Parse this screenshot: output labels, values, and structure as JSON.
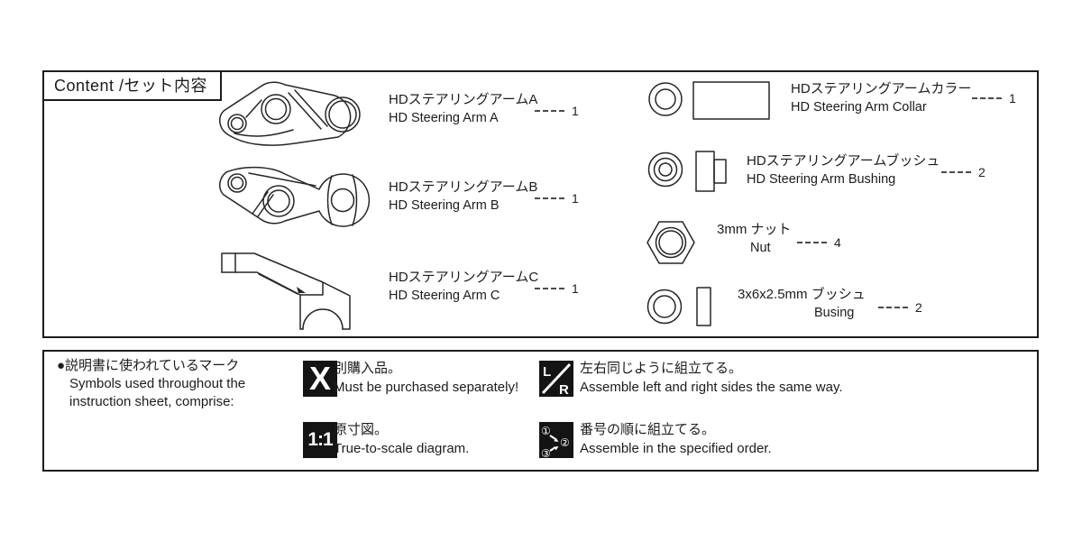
{
  "header": {
    "title": "Content /セット内容"
  },
  "left_parts": [
    {
      "name_jp": "HDステアリングアームA",
      "name_en": "HD Steering Arm A",
      "qty": "1"
    },
    {
      "name_jp": "HDステアリングアームB",
      "name_en": "HD Steering Arm B",
      "qty": "1"
    },
    {
      "name_jp": "HDステアリングアームC",
      "name_en": "HD Steering Arm C",
      "qty": "1"
    }
  ],
  "right_parts": [
    {
      "name_jp": "HDステアリングアームカラー",
      "name_en": "HD Steering Arm Collar",
      "qty": "1"
    },
    {
      "name_jp": "HDステアリングアームブッシュ",
      "name_en": "HD Steering Arm Bushing",
      "qty": "2"
    },
    {
      "name_jp": "3mm ナット",
      "name_en": "Nut",
      "qty": "4"
    },
    {
      "name_jp": "3x6x2.5mm ブッシュ",
      "name_en": "Busing",
      "qty": "2"
    }
  ],
  "symbols": {
    "intro_jp": "●説明書に使われているマーク",
    "intro_en_line1": "Symbols used throughout the",
    "intro_en_line2": "instruction sheet, comprise:",
    "items": [
      {
        "glyph": "X",
        "jp": "別購入品。",
        "en": "Must be purchased separately!"
      },
      {
        "glyph_l": "L",
        "glyph_r": "R",
        "jp": "左右同じように組立てる。",
        "en": "Assemble left and right sides the same way."
      },
      {
        "glyph": "1:1",
        "jp": "原寸図。",
        "en": "True-to-scale diagram."
      },
      {
        "glyph_1": "①",
        "glyph_2": "②",
        "glyph_3": "③",
        "jp": "番号の順に組立てる。",
        "en": "Assemble in the specified order."
      }
    ]
  }
}
